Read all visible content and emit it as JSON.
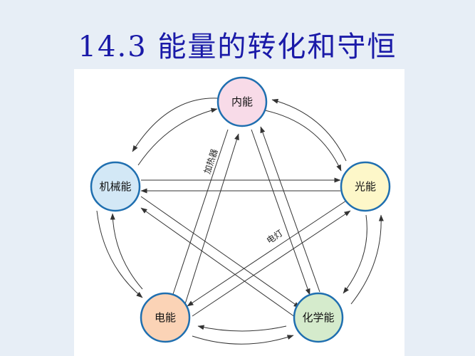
{
  "title": "14.3 能量的转化和守恒",
  "nodes": {
    "internal": {
      "label": "内能",
      "color": "#f8dbe8"
    },
    "light": {
      "label": "光能",
      "color": "#fdf7c9"
    },
    "chemical": {
      "label": "化学能",
      "color": "#d5ebcc"
    },
    "electric": {
      "label": "电能",
      "color": "#fbd3b6"
    },
    "mechanical": {
      "label": "机械能",
      "color": "#d3e8f6"
    }
  },
  "annotations": {
    "heater": "加热器",
    "lamp": "电灯"
  },
  "colors": {
    "title": "#1a1aa8",
    "node_stroke": "#1f6fb0",
    "arrow": "#333333"
  }
}
